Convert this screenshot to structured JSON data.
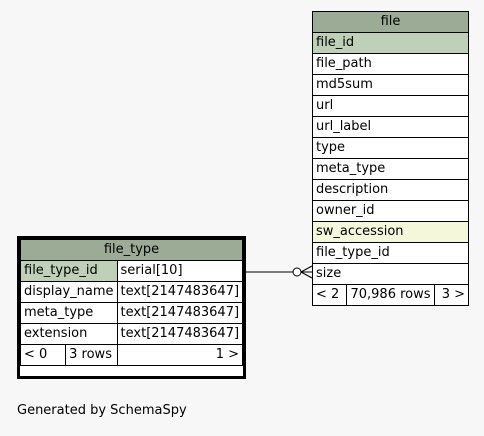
{
  "file": {
    "title": "file",
    "pk": "file_id",
    "columns": [
      "file_path",
      "md5sum",
      "url",
      "url_label",
      "type",
      "meta_type",
      "description",
      "owner_id"
    ],
    "fk_highlight": "sw_accession",
    "columns_after": [
      "file_type_id",
      "size"
    ],
    "footer": {
      "prev": "< 2",
      "rows": "70,986 rows",
      "next": "3 >"
    }
  },
  "file_type": {
    "title": "file_type",
    "rows": [
      {
        "name": "file_type_id",
        "type": "serial[10]"
      },
      {
        "name": "display_name",
        "type": "text[2147483647]"
      },
      {
        "name": "meta_type",
        "type": "text[2147483647]"
      },
      {
        "name": "extension",
        "type": "text[2147483647]"
      }
    ],
    "footer": {
      "prev": "< 0",
      "rows": "3 rows",
      "next": "1 >"
    }
  },
  "generated_by": "Generated by SchemaSpy"
}
